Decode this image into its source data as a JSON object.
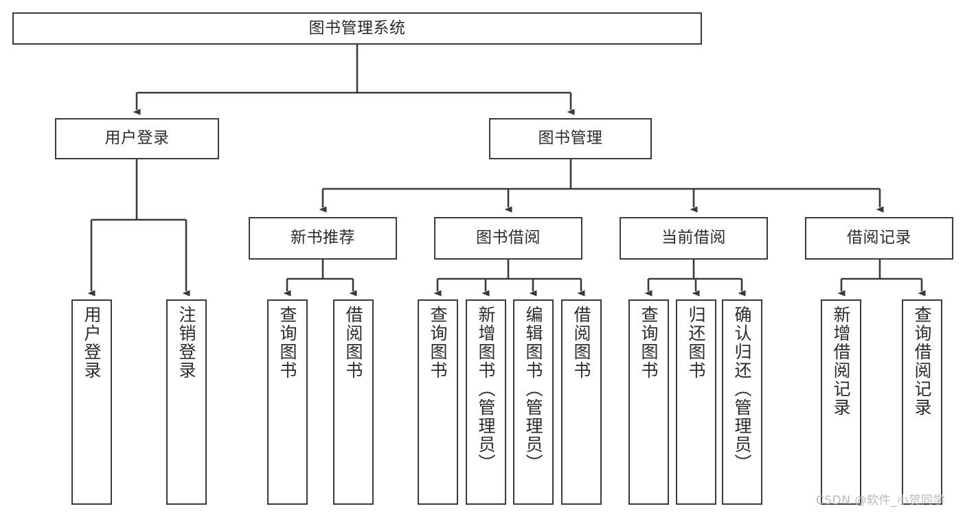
{
  "diagram": {
    "type": "hierarchy-tree",
    "title": "图书管理系统",
    "watermark": "CSDN @软件_小贺同学",
    "colors": {
      "box_border": "#3a3a3a",
      "box_fill": "#ffffff",
      "connector": "#3a3a3a",
      "text": "#2b2b2b",
      "watermark": "#b9b9b9",
      "background": "#ffffff"
    },
    "nodes": {
      "root": {
        "label": "图书管理系统",
        "level": 0
      },
      "user_login": {
        "label": "用户登录",
        "level": 1
      },
      "book_manage": {
        "label": "图书管理",
        "level": 1
      },
      "new_book_rec": {
        "label": "新书推荐",
        "level": 2
      },
      "book_borrow": {
        "label": "图书借阅",
        "level": 2
      },
      "current_borrow": {
        "label": "当前借阅",
        "level": 2
      },
      "borrow_record": {
        "label": "借阅记录",
        "level": 2
      },
      "leaf_user_login": {
        "label": "用户登录",
        "level": 3
      },
      "leaf_user_logout": {
        "label": "注销登录",
        "level": 3
      },
      "leaf_query_book_1": {
        "label": "查询图书",
        "level": 3
      },
      "leaf_borrow_book_1": {
        "label": "借阅图书",
        "level": 3
      },
      "leaf_query_book_2": {
        "label": "查询图书",
        "level": 3
      },
      "leaf_add_book": {
        "label": "新增图书（管理员）",
        "level": 3
      },
      "leaf_edit_book": {
        "label": "编辑图书（管理员）",
        "level": 3
      },
      "leaf_borrow_book_2": {
        "label": "借阅图书",
        "level": 3
      },
      "leaf_query_book_3": {
        "label": "查询图书",
        "level": 3
      },
      "leaf_return_book": {
        "label": "归还图书",
        "level": 3
      },
      "leaf_confirm_return": {
        "label": "确认归还（管理员）",
        "level": 3
      },
      "leaf_add_record": {
        "label": "新增借阅记录",
        "level": 3
      },
      "leaf_query_record": {
        "label": "查询借阅记录",
        "level": 3
      }
    },
    "edges": [
      {
        "from": "root",
        "to": "user_login"
      },
      {
        "from": "root",
        "to": "book_manage"
      },
      {
        "from": "user_login",
        "to": "leaf_user_login"
      },
      {
        "from": "user_login",
        "to": "leaf_user_logout"
      },
      {
        "from": "book_manage",
        "to": "new_book_rec"
      },
      {
        "from": "book_manage",
        "to": "book_borrow"
      },
      {
        "from": "book_manage",
        "to": "current_borrow"
      },
      {
        "from": "book_manage",
        "to": "borrow_record"
      },
      {
        "from": "new_book_rec",
        "to": "leaf_query_book_1"
      },
      {
        "from": "new_book_rec",
        "to": "leaf_borrow_book_1"
      },
      {
        "from": "book_borrow",
        "to": "leaf_query_book_2"
      },
      {
        "from": "book_borrow",
        "to": "leaf_add_book"
      },
      {
        "from": "book_borrow",
        "to": "leaf_edit_book"
      },
      {
        "from": "book_borrow",
        "to": "leaf_borrow_book_2"
      },
      {
        "from": "current_borrow",
        "to": "leaf_query_book_3"
      },
      {
        "from": "current_borrow",
        "to": "leaf_return_book"
      },
      {
        "from": "current_borrow",
        "to": "leaf_confirm_return"
      },
      {
        "from": "borrow_record",
        "to": "leaf_add_record"
      },
      {
        "from": "borrow_record",
        "to": "leaf_query_record"
      }
    ]
  }
}
